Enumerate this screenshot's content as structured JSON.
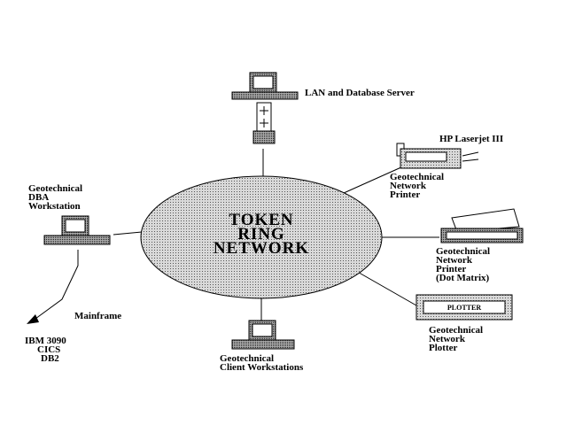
{
  "ring": {
    "line1": "TOKEN",
    "line2": "RING",
    "line3": "NETWORK"
  },
  "server": {
    "label": "LAN and Database Server"
  },
  "printer_laser": {
    "model": "HP Laserjet III",
    "lines": [
      "Geotechnical",
      "Network",
      "Printer"
    ]
  },
  "printer_dot": {
    "lines": [
      "Geotechnical",
      "Network",
      "Printer",
      "(Dot Matrix)"
    ]
  },
  "plotter": {
    "device_label": "PLOTTER",
    "lines": [
      "Geotechnical",
      "Network",
      "Plotter"
    ]
  },
  "client": {
    "lines": [
      "Geotechnical",
      "Client Workstations"
    ]
  },
  "dba": {
    "lines": [
      "Geotechnical",
      "DBA",
      "Workstation"
    ]
  },
  "mainframe": {
    "label": "Mainframe",
    "lines": [
      "IBM 3090",
      "CICS",
      "DB2"
    ]
  }
}
